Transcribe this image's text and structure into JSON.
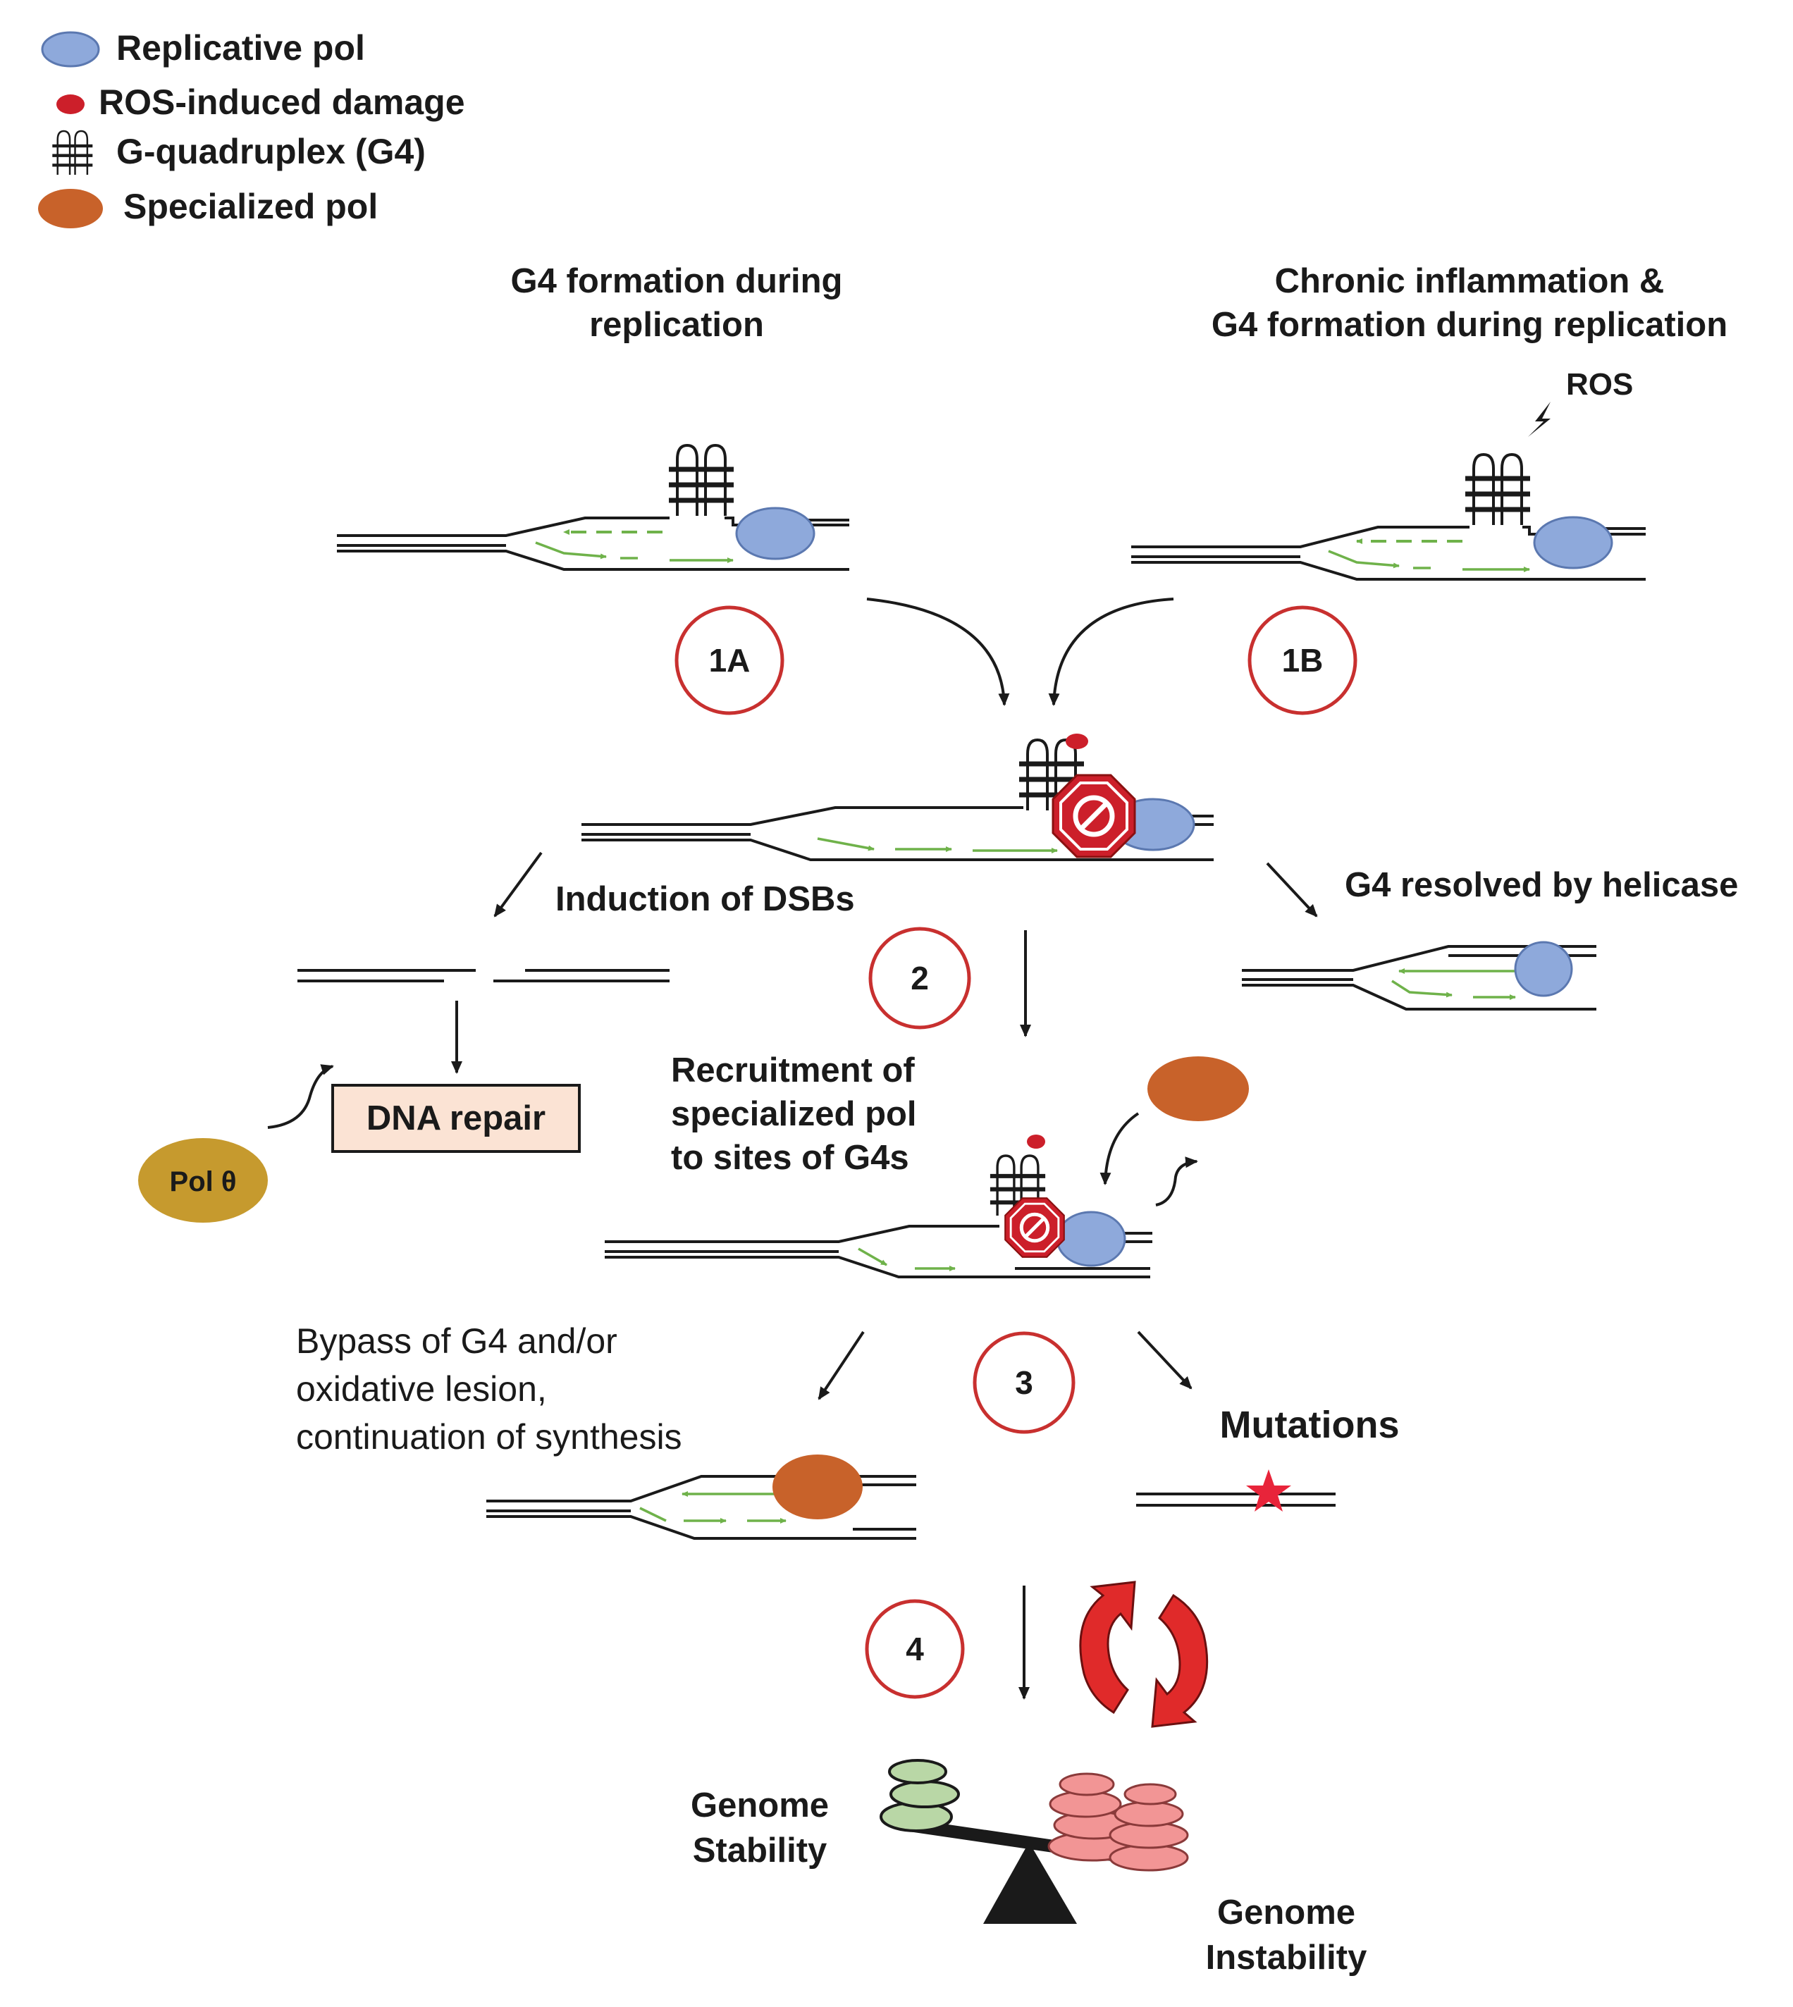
{
  "legend": {
    "replicative_pol": "Replicative pol",
    "ros_damage": "ROS-induced damage",
    "g4": "G-quadruplex (G4)",
    "specialized_pol": "Specialized pol"
  },
  "colors": {
    "replicative_pol": "#8ea9db",
    "ros_damage": "#cc1f2a",
    "specialized_pol": "#c8622a",
    "pol_theta": "#c69a2e",
    "nascent_strand": "#6fb24a",
    "step_circle": "#c8302f",
    "dna_repair_box": "#fbe3d4",
    "stable_stones": "#b9d7a6",
    "unstable_stones": "#f29595"
  },
  "headers": {
    "left_line1": "G4 formation during",
    "left_line2": "replication",
    "right_line1": "Chronic inflammation &",
    "right_line2": "G4 formation during replication",
    "ros": "ROS"
  },
  "steps": {
    "s1a": "1A",
    "s1b": "1B",
    "s2": "2",
    "s3": "3",
    "s4": "4"
  },
  "labels": {
    "induction_dsbs": "Induction of DSBs",
    "g4_resolved": "G4 resolved by helicase",
    "dna_repair": "DNA repair",
    "pol_theta": "Pol θ",
    "recruit_1": "Recruitment of",
    "recruit_2": "specialized pol",
    "recruit_3": "to sites of G4s",
    "bypass_1": "Bypass of G4 and/or",
    "bypass_2": "oxidative lesion,",
    "bypass_3": "continuation of synthesis",
    "mutations": "Mutations",
    "stability_1": "Genome",
    "stability_2": "Stability",
    "instability_1": "Genome",
    "instability_2": "Instability"
  }
}
